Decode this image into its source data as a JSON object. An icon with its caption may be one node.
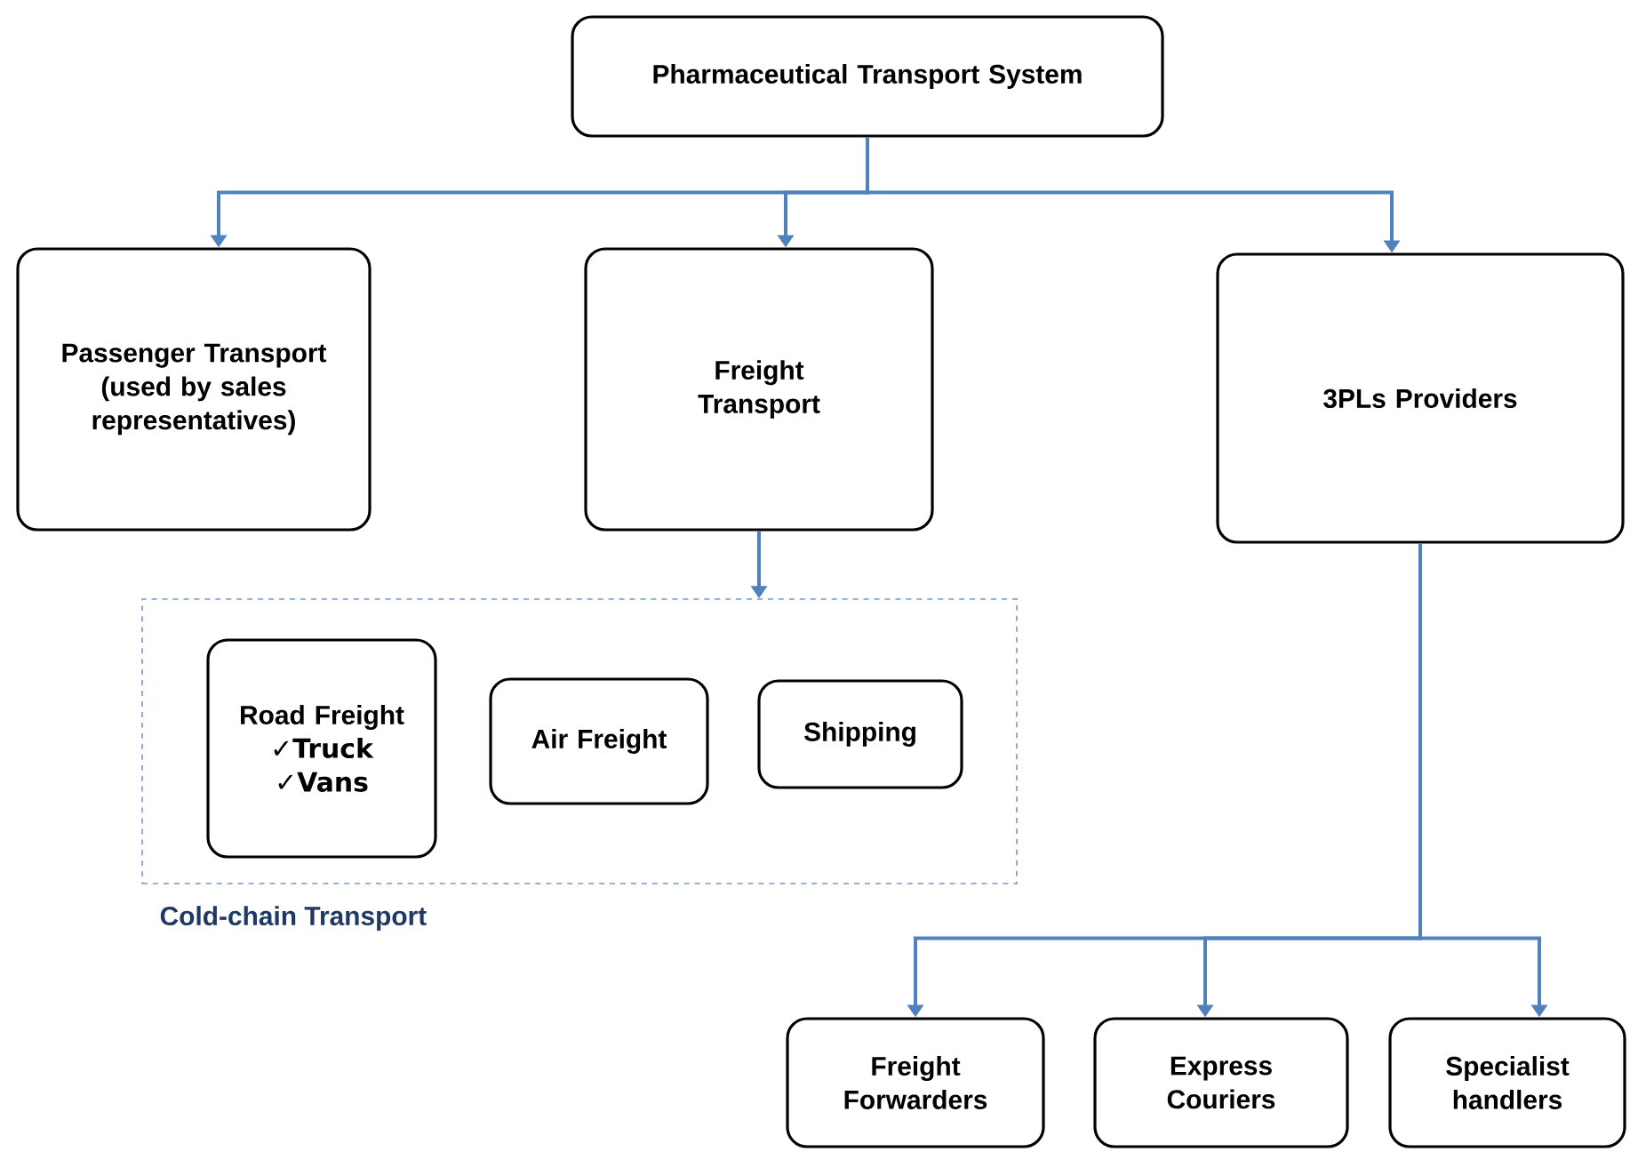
{
  "diagram": {
    "nodes": [
      {
        "text": [
          "Pharmaceutical Transport System"
        ]
      },
      {
        "text": [
          "Passenger Transport (used by sales representatives)"
        ]
      },
      {
        "text": [
          "Freight Transport"
        ]
      },
      {
        "text": [
          "3PLs Providers"
        ]
      },
      {
        "text": [
          "Cold-chain Transport"
        ]
      },
      {
        "text": [
          "Road Freight",
          "✓Truck",
          "✓Vans"
        ],
        "in": 4
      },
      {
        "text": [
          "Air Freight"
        ],
        "in": 4
      },
      {
        "text": [
          "Shipping"
        ],
        "in": 4
      },
      {
        "text": [
          "Freight Forwarders"
        ]
      },
      {
        "text": [
          "Express Couriers"
        ]
      },
      {
        "text": [
          "Specialist handlers"
        ]
      }
    ],
    "edges": [
      {
        "from": 0,
        "to": 1,
        "arrow": "to"
      },
      {
        "from": 0,
        "to": 2,
        "arrow": "to"
      },
      {
        "from": 0,
        "to": 3,
        "arrow": "to"
      },
      {
        "from": 2,
        "to": 4,
        "arrow": "to"
      },
      {
        "from": 3,
        "to": 8,
        "arrow": "to"
      },
      {
        "from": 3,
        "to": 9,
        "arrow": "to"
      },
      {
        "from": 3,
        "to": 10,
        "arrow": "to"
      }
    ]
  }
}
